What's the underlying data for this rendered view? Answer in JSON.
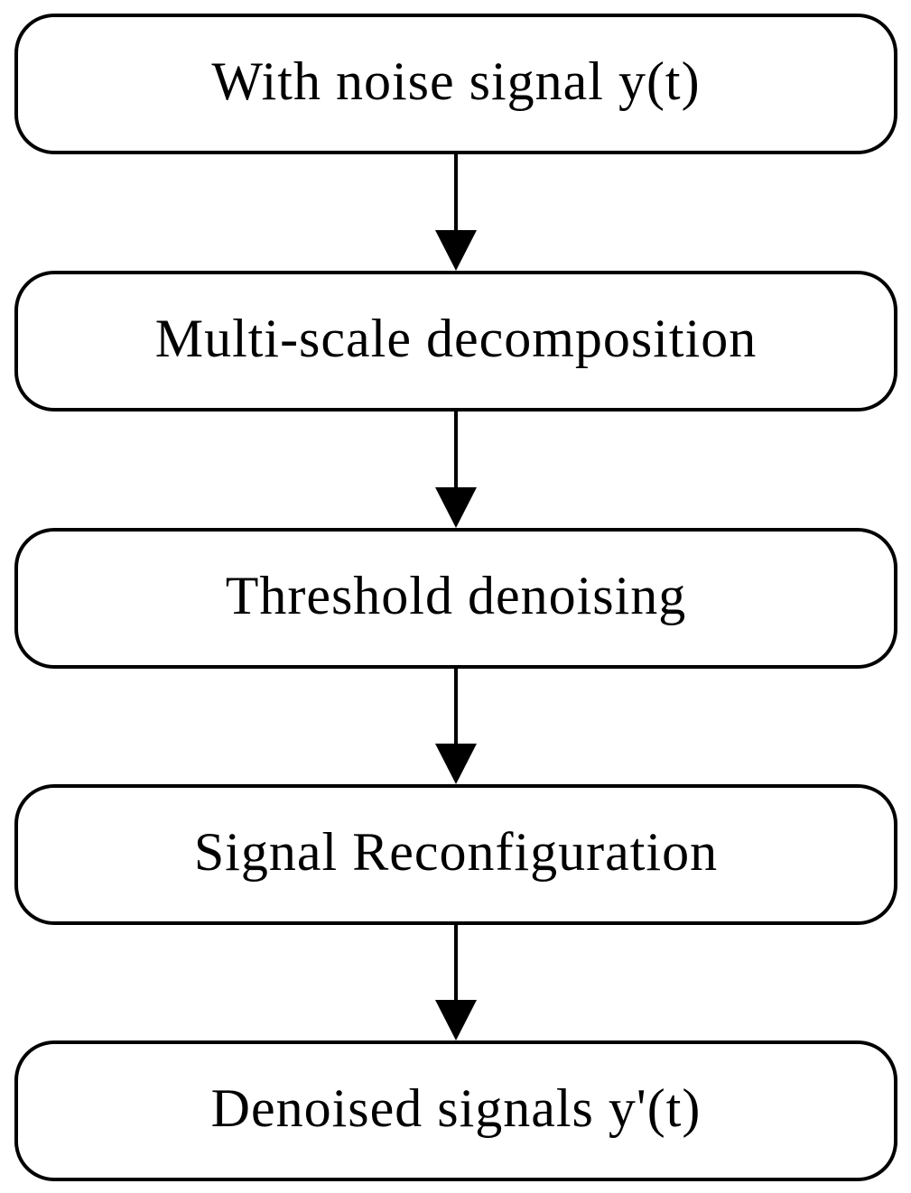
{
  "figure": {
    "type": "flowchart",
    "orientation": "vertical",
    "colors": {
      "background": "#ffffff",
      "node_fill": "#ffffff",
      "node_border": "#000000",
      "arrow": "#000000",
      "text": "#000000"
    },
    "nodes": [
      {
        "id": "noisy-signal",
        "label": "With noise signal y(t)"
      },
      {
        "id": "multi-scale-decomposition",
        "label": "Multi-scale decomposition"
      },
      {
        "id": "threshold-denoising",
        "label": "Threshold denoising"
      },
      {
        "id": "signal-reconfiguration",
        "label": "Signal Reconfiguration"
      },
      {
        "id": "denoised-signals",
        "label": "Denoised signals y'(t)"
      }
    ],
    "edges": [
      {
        "from": "noisy-signal",
        "to": "multi-scale-decomposition",
        "direction": "down"
      },
      {
        "from": "multi-scale-decomposition",
        "to": "threshold-denoising",
        "direction": "down"
      },
      {
        "from": "threshold-denoising",
        "to": "signal-reconfiguration",
        "direction": "down"
      },
      {
        "from": "signal-reconfiguration",
        "to": "denoised-signals",
        "direction": "down"
      }
    ]
  }
}
